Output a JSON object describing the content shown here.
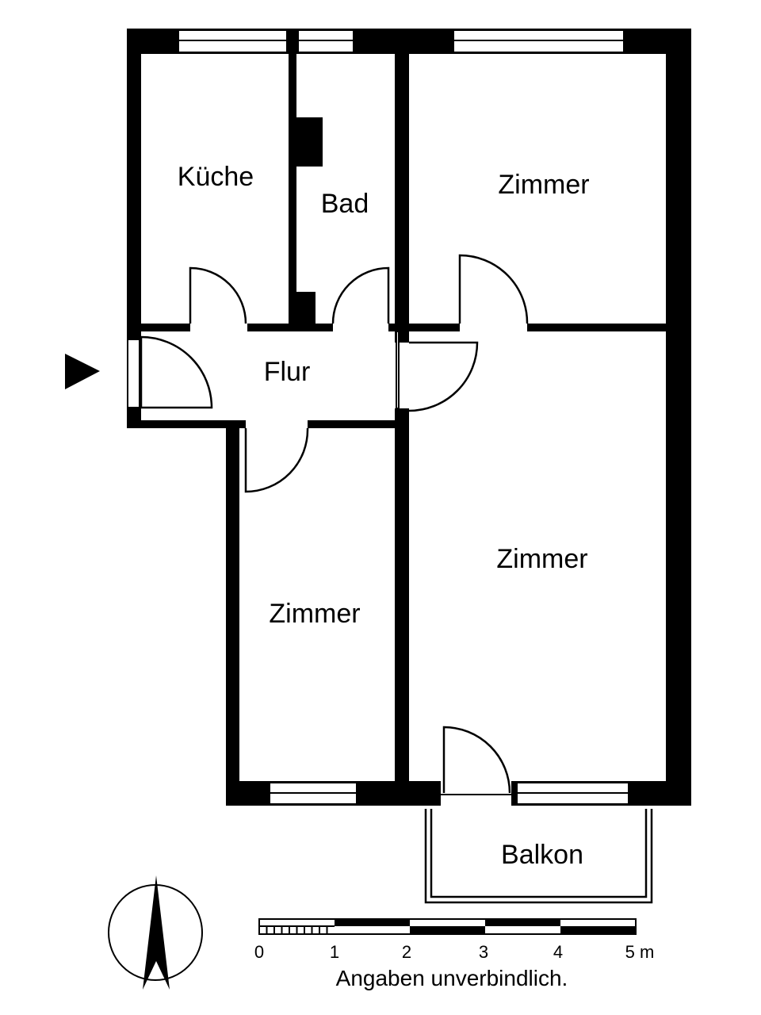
{
  "rooms": {
    "kitchen": "Küche",
    "bath": "Bad",
    "hall": "Flur",
    "room_top_right": "Zimmer",
    "room_large": "Zimmer",
    "room_small": "Zimmer",
    "balcony": "Balkon"
  },
  "scale": {
    "ticks": [
      "0",
      "1",
      "2",
      "3",
      "4",
      "5 m"
    ]
  },
  "disclaimer": "Angaben unverbindlich.",
  "colors": {
    "wall": "#000000",
    "background": "#ffffff"
  }
}
